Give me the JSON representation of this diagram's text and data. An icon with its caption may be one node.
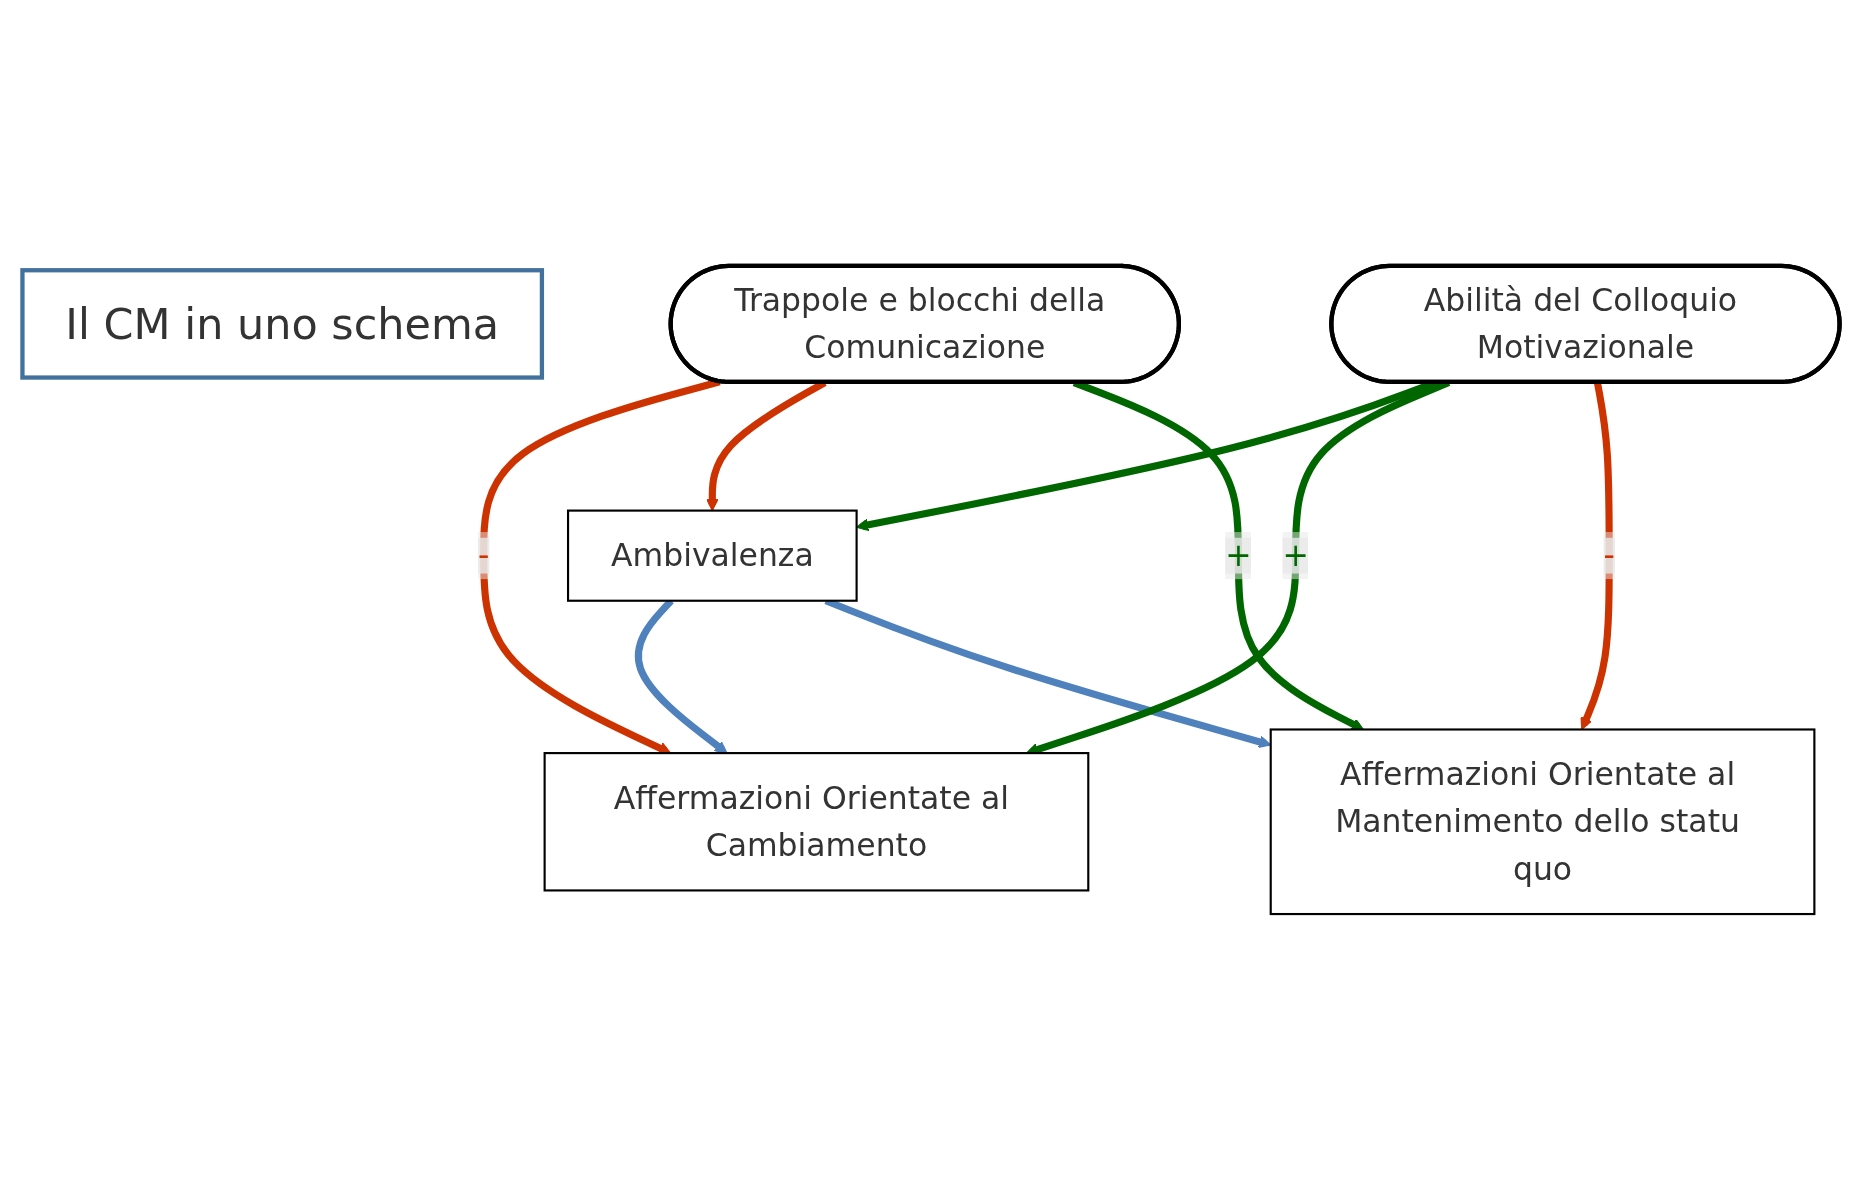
{
  "diagram": {
    "nodes": [
      {
        "text": [
          "Il CM in uno schema"
        ]
      },
      {
        "text": [
          "Trappole e blocchi della Comunicazione"
        ]
      },
      {
        "text": [
          "Affermazioni Orientate al Cambiamento"
        ]
      },
      {
        "text": [
          "Ambivalenza"
        ]
      },
      {
        "text": [
          "Affermazioni Orientate al Mantenimento dello statu quo"
        ]
      },
      {
        "text": [
          "Abilità del Colloquio Motivazionale"
        ]
      }
    ],
    "edges": [
      {
        "from": 1,
        "to": 2,
        "arrow": "to",
        "label": "-",
        "color": "#cc3300"
      },
      {
        "from": 1,
        "to": 3,
        "arrow": "to",
        "color": "#cc3300"
      },
      {
        "from": 1,
        "to": 4,
        "arrow": "to",
        "label": "+",
        "color": "#006600"
      },
      {
        "from": 3,
        "to": 2,
        "arrow": "to",
        "color": "#4f81bd"
      },
      {
        "from": 3,
        "to": 4,
        "arrow": "to",
        "color": "#4f81bd"
      },
      {
        "from": 5,
        "to": 3,
        "arrow": "to",
        "color": "#006600"
      },
      {
        "from": 5,
        "to": 2,
        "arrow": "to",
        "label": "+",
        "color": "#006600"
      },
      {
        "from": 5,
        "to": 4,
        "arrow": "to",
        "label": "-",
        "color": "#cc3300"
      }
    ]
  }
}
